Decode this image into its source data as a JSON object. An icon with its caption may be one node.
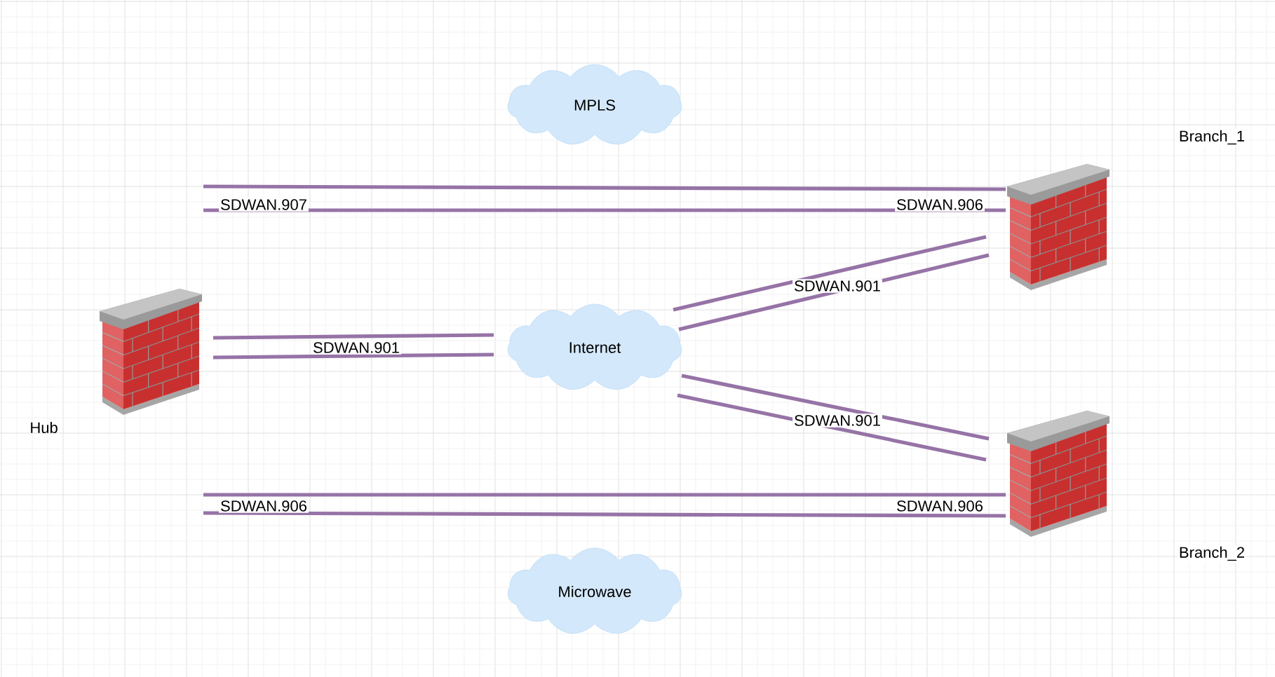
{
  "diagram": {
    "nodes": [
      {
        "text": [
          "MPLS"
        ]
      },
      {
        "text": [],
        "shape": "picture"
      },
      {
        "text": [],
        "shape": "picture",
        "beside": [
          "Hub"
        ]
      },
      {
        "text": [
          "Internet"
        ]
      },
      {
        "text": [],
        "shape": "picture"
      },
      {
        "text": [
          "Microwave"
        ]
      }
    ],
    "edges": [
      {
        "from": null,
        "to": 1,
        "arrow": "none"
      },
      {
        "from": 2,
        "to": 1,
        "arrow": "none",
        "label": "SDWAN.907"
      },
      {
        "from": 2,
        "to": 3,
        "arrow": "none"
      },
      {
        "from": 2,
        "to": 3,
        "arrow": "none",
        "label": "SDWAN.901"
      },
      {
        "from": 3,
        "to": 1,
        "arrow": "none"
      },
      {
        "from": 3,
        "to": 1,
        "arrow": "none",
        "label": "SDWAN.901"
      },
      {
        "from": 3,
        "to": 4,
        "arrow": "none"
      },
      {
        "from": 3,
        "to": 4,
        "arrow": "none",
        "label": "SDWAN.901"
      },
      {
        "from": 2,
        "to": 4,
        "arrow": "none"
      },
      {
        "from": null,
        "to": 4,
        "arrow": "none",
        "label": "SDWAN.906"
      }
    ],
    "labels": [
      "Branch_1",
      "SDWAN.906",
      "SDWAN.906",
      "Branch_2"
    ]
  }
}
